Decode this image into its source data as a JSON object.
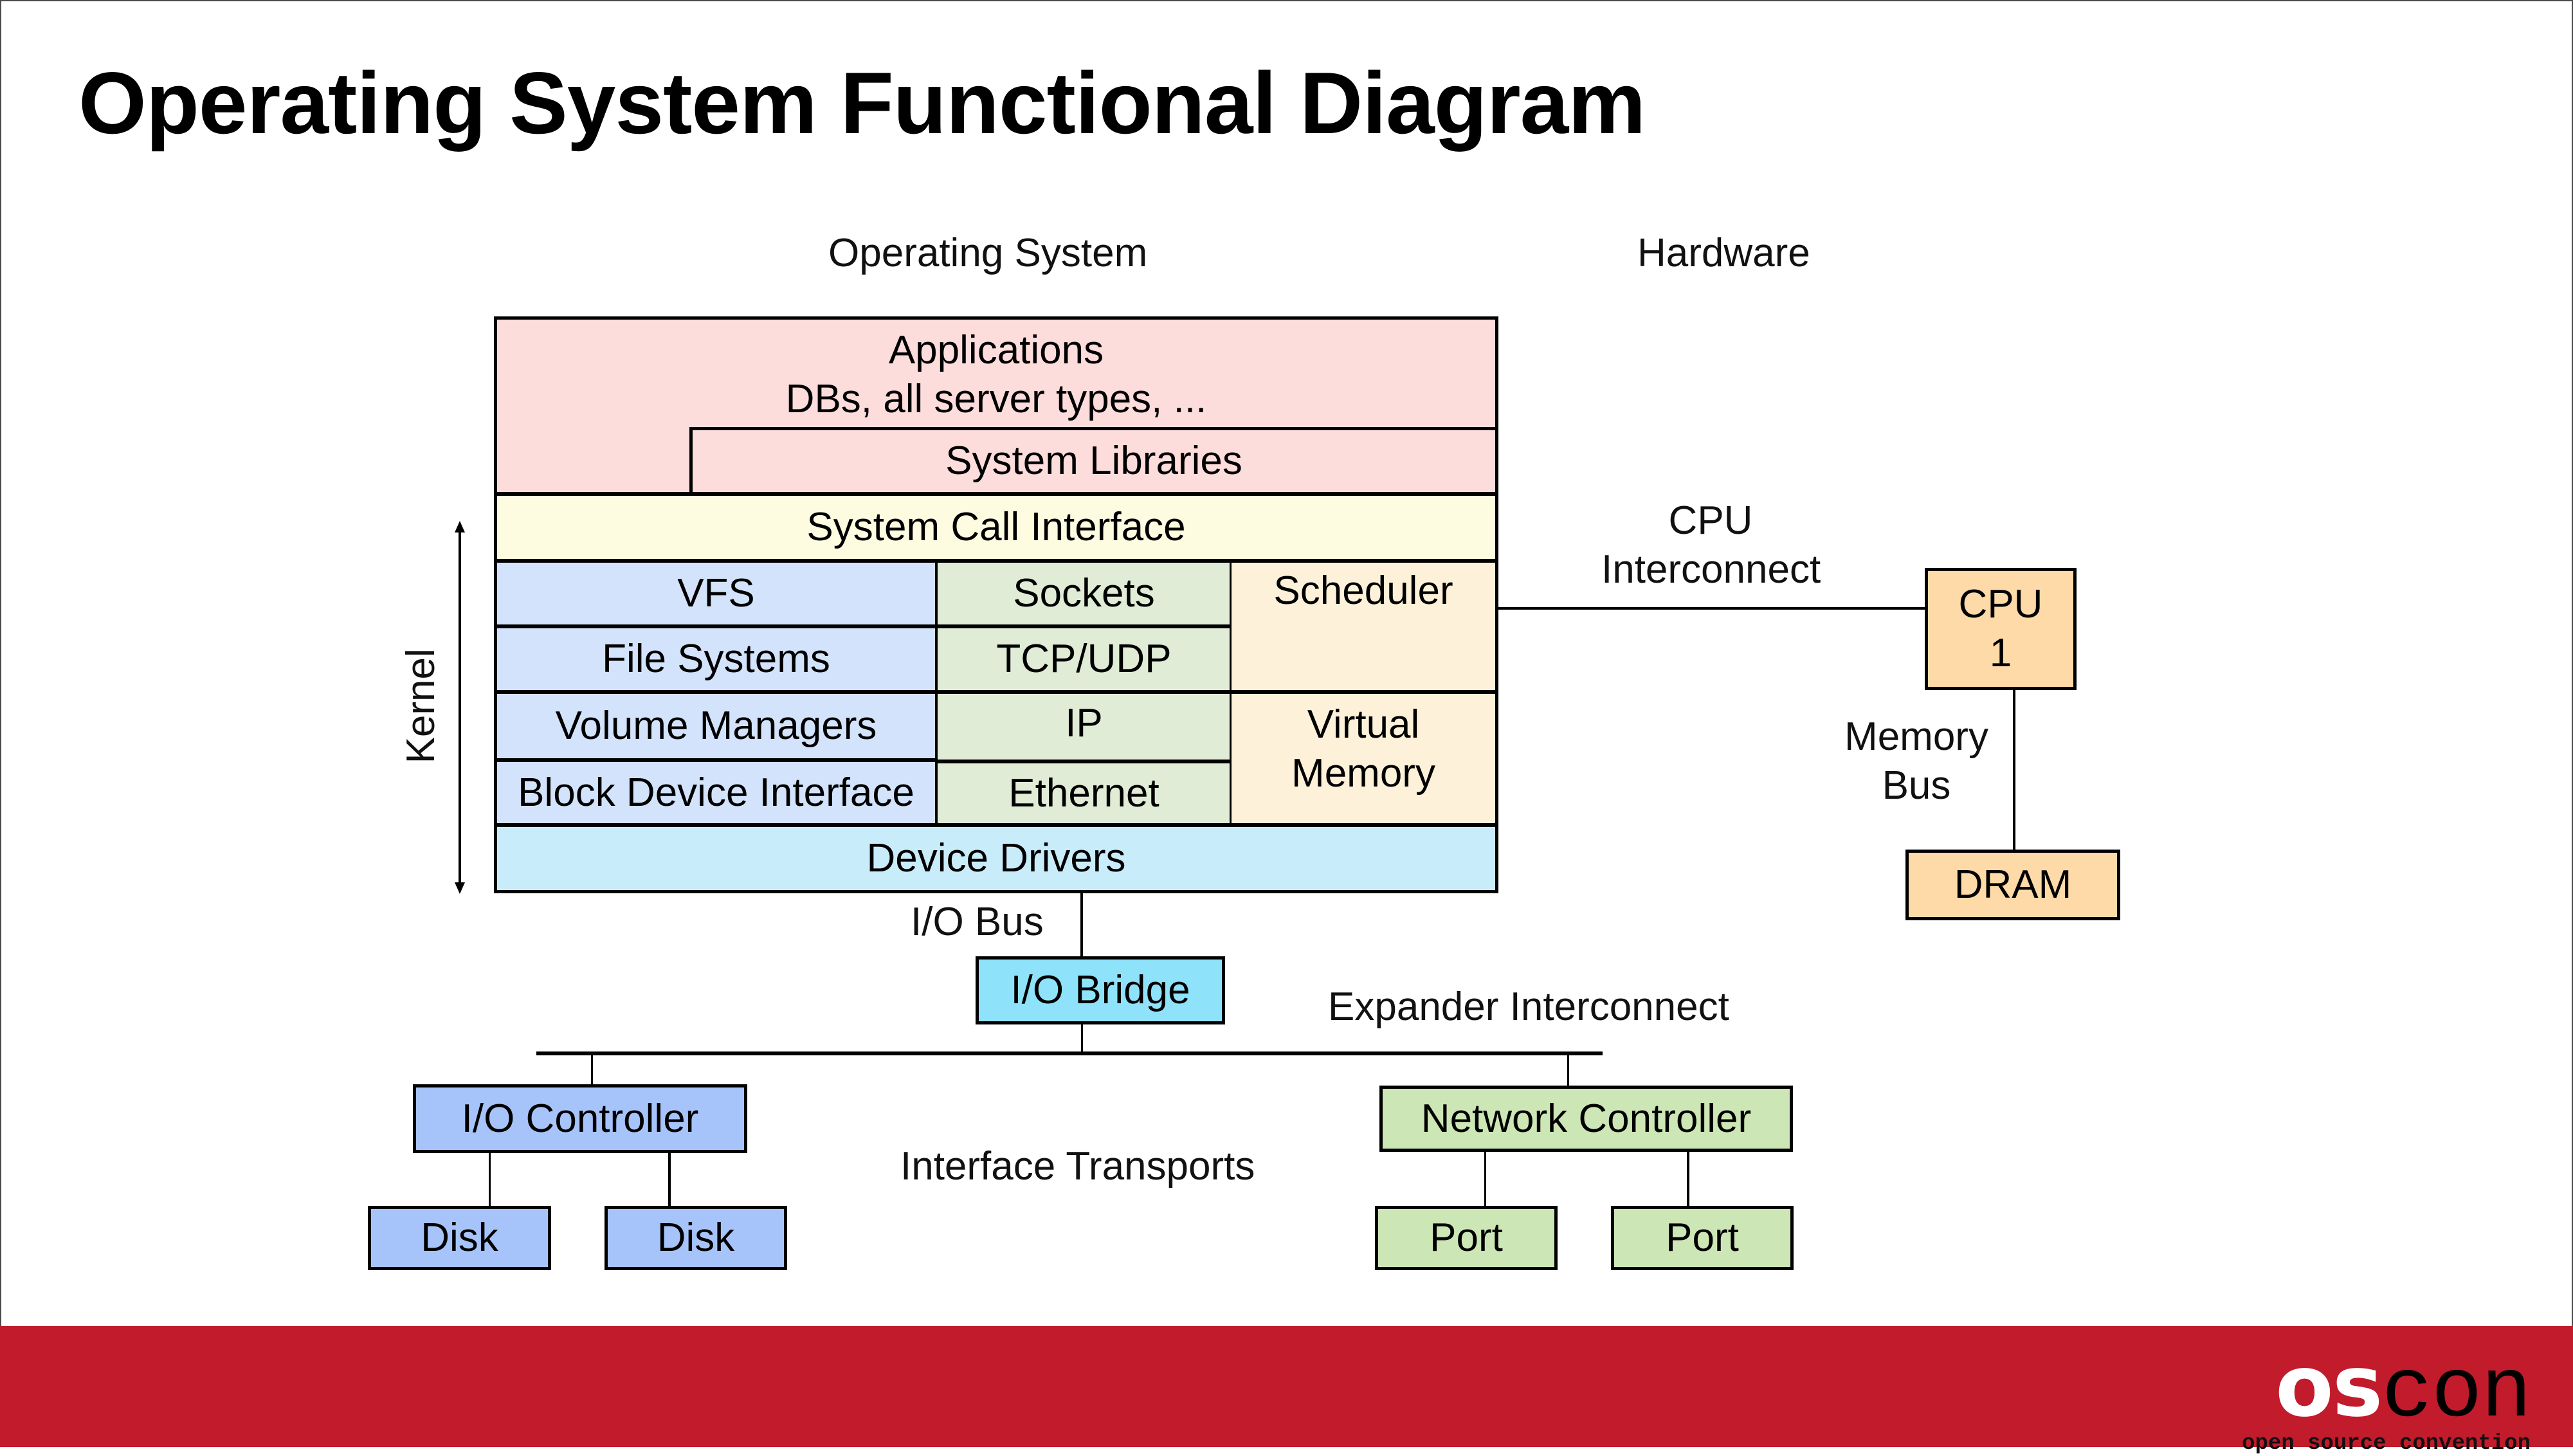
{
  "slide": {
    "title": "Operating System Functional Diagram"
  },
  "section_labels": {
    "operating_system": "Operating System",
    "hardware": "Hardware",
    "kernel": "Kernel"
  },
  "os_stack": {
    "applications": {
      "line1": "Applications",
      "line2": "DBs, all server types, ..."
    },
    "system_libraries": "System Libraries",
    "system_call_interface": "System Call Interface",
    "storage_column": [
      "VFS",
      "File Systems",
      "Volume Managers",
      "Block Device Interface"
    ],
    "network_column": [
      "Sockets",
      "TCP/UDP",
      "IP",
      "Ethernet"
    ],
    "scheduler": "Scheduler",
    "virtual_memory": {
      "line1": "Virtual",
      "line2": "Memory"
    },
    "device_drivers": "Device Drivers"
  },
  "hardware": {
    "cpu_interconnect": {
      "line1": "CPU",
      "line2": "Interconnect"
    },
    "cpu": {
      "line1": "CPU",
      "line2": "1"
    },
    "memory_bus": {
      "line1": "Memory",
      "line2": "Bus"
    },
    "dram": "DRAM",
    "io_bus": "I/O Bus",
    "io_bridge": "I/O Bridge",
    "expander_interconnect": "Expander Interconnect",
    "io_controller": "I/O Controller",
    "network_controller": "Network Controller",
    "interface_transports": "Interface Transports",
    "disks": [
      "Disk",
      "Disk"
    ],
    "ports": [
      "Port",
      "Port"
    ]
  },
  "colors": {
    "applications": "#fddcdc",
    "system_call_interface": "#fdfbe0",
    "storage": "#d3e3fb",
    "network": "#e0ecd6",
    "scheduler_vm": "#fdf2d9",
    "device_drivers": "#c9ecfb",
    "cpu_dram": "#fddaa8",
    "io_bridge": "#8ee3fa",
    "io_controller_disk": "#a7c4fa",
    "network_controller_port": "#cde6b5",
    "footer": "#c21b2c"
  },
  "footer": {
    "logo_os": "os",
    "logo_con": "con",
    "logo_tagline": "open source convention"
  }
}
